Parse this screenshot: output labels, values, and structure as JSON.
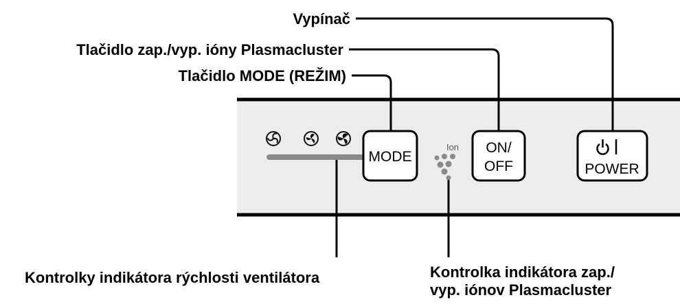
{
  "callouts": {
    "power_switch": "Vypínač",
    "ion_button": "Tlačidlo zap./vyp. ióny Plasmacluster",
    "mode_button": "Tlačidlo MODE (REŽIM)",
    "fan_speed_indicators": "Kontrolky indikátora rýchlosti ventilátora",
    "ion_indicator_line1": "Kontrolka indikátora zap./",
    "ion_indicator_line2": "vyp. iónov Plasmacluster"
  },
  "panel": {
    "mode_label": "MODE",
    "onoff_line1": "ON/",
    "onoff_line2": "OFF",
    "power_label": "POWER",
    "ion_label": "Ion"
  },
  "icons": [
    "fan-low-icon",
    "fan-medium-icon",
    "fan-high-icon",
    "plasmacluster-ion-icon",
    "power-icon"
  ],
  "colors": {
    "panel": "#ededed",
    "indicator": "#8a8a8a",
    "line": "#000000"
  }
}
